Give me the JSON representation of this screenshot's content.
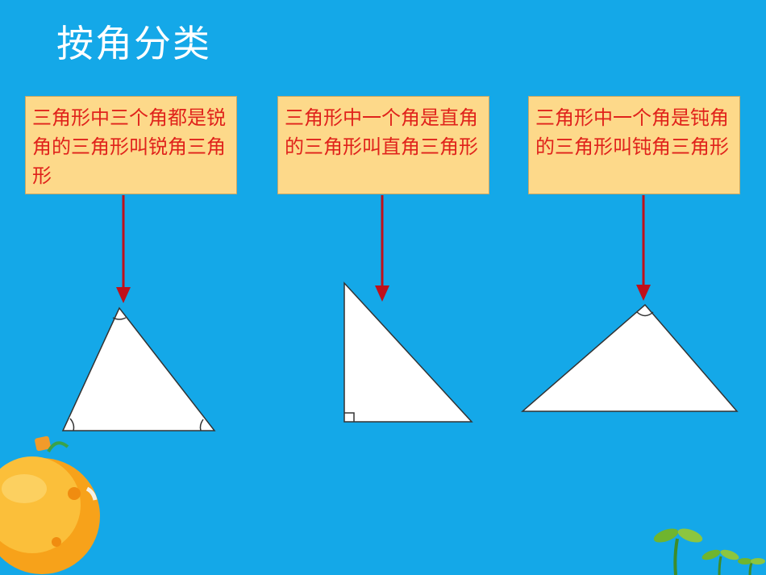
{
  "slide": {
    "title": "按角分类",
    "background": "#14a8e8"
  },
  "cards": [
    {
      "text": "三角形中三个角都是锐角的三角形叫锐角三角形"
    },
    {
      "text": "三角形中一个角是直角的三角形叫直角三角形"
    },
    {
      "text": "三角形中一个角是钝角的三角形叫钝角三角形"
    }
  ],
  "colors": {
    "card_fill": "#fdd98a",
    "card_text": "#e0221b",
    "arrow": "#c0101a",
    "triangle_fill": "#ffffff",
    "triangle_stroke": "#222222"
  },
  "decorations": [
    "orange-planet-icon",
    "sprout-icon"
  ]
}
